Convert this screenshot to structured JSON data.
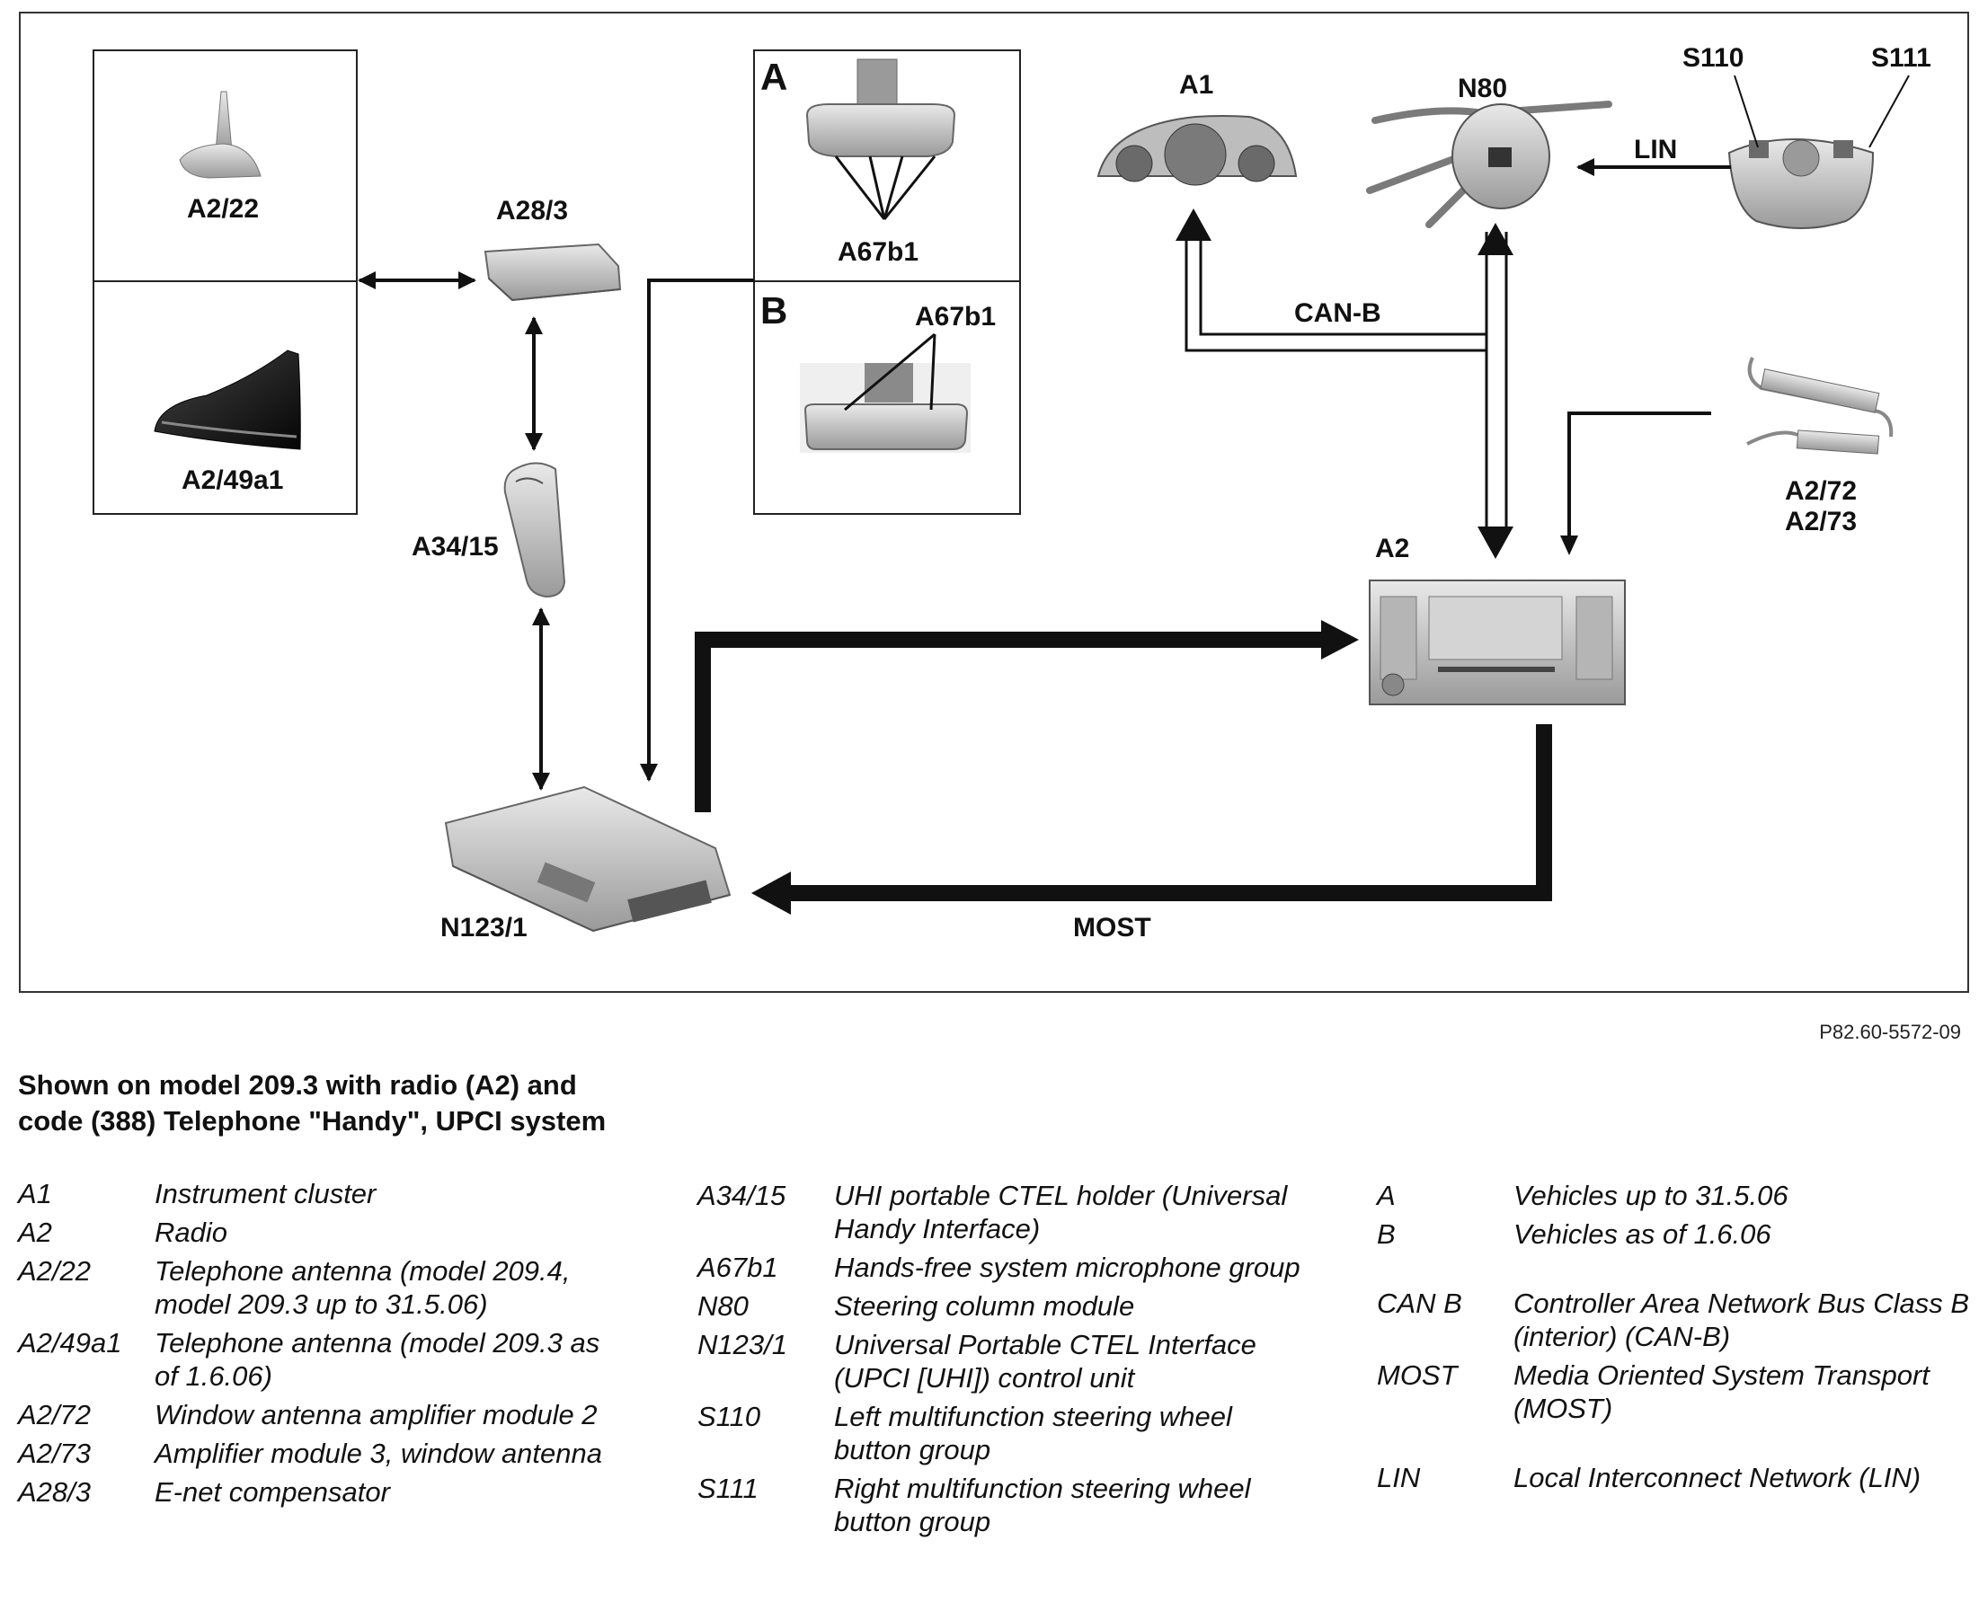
{
  "diagram": {
    "labels": {
      "a2_22": "A2/22",
      "a2_49a1": "A2/49a1",
      "a28_3": "A28/3",
      "a34_15": "A34/15",
      "n123_1": "N123/1",
      "panel_a": "A",
      "panel_b": "B",
      "a67b1_a": "A67b1",
      "a67b1_b": "A67b1",
      "a1": "A1",
      "n80": "N80",
      "s110": "S110",
      "s111": "S111",
      "lin": "LIN",
      "canb": "CAN-B",
      "a2": "A2",
      "a2_72": "A2/72",
      "a2_73": "A2/73",
      "most": "MOST"
    },
    "figure_ref": "P82.60-5572-09"
  },
  "legend": {
    "title": "Shown on model 209.3 with radio (A2) and code (388) Telephone \"Handy\", UPCI system",
    "col1": [
      {
        "code": "A1",
        "desc": "Instrument cluster"
      },
      {
        "code": "A2",
        "desc": "Radio"
      },
      {
        "code": "A2/22",
        "desc": "Telephone antenna (model 209.4, model 209.3 up to 31.5.06)"
      },
      {
        "code": "A2/49a1",
        "desc": "Telephone antenna (model 209.3 as of 1.6.06)"
      },
      {
        "code": "A2/72",
        "desc": "Window antenna amplifier module 2"
      },
      {
        "code": "A2/73",
        "desc": "Amplifier module 3, window antenna"
      },
      {
        "code": "A28/3",
        "desc": "E-net compensator"
      }
    ],
    "col2": [
      {
        "code": "A34/15",
        "desc": "UHI portable CTEL holder (Universal Handy Interface)"
      },
      {
        "code": "A67b1",
        "desc": "Hands-free system microphone group"
      },
      {
        "code": "N80",
        "desc": "Steering column module"
      },
      {
        "code": "N123/1",
        "desc": "Universal Portable CTEL Interface (UPCI [UHI]) control unit"
      },
      {
        "code": "S110",
        "desc": "Left multifunction steering wheel button group"
      },
      {
        "code": "S111",
        "desc": "Right multifunction steering wheel button group"
      }
    ],
    "col3": [
      {
        "code": "A",
        "desc": "Vehicles up to 31.5.06"
      },
      {
        "code": "B",
        "desc": "Vehicles as of 1.6.06"
      },
      {
        "code": "CAN B",
        "desc": "Controller Area Network Bus Class B (interior) (CAN-B)"
      },
      {
        "code": "MOST",
        "desc": "Media Oriented System Transport (MOST)"
      },
      {
        "code": "LIN",
        "desc": "Local Interconnect Network (LIN)"
      }
    ]
  }
}
